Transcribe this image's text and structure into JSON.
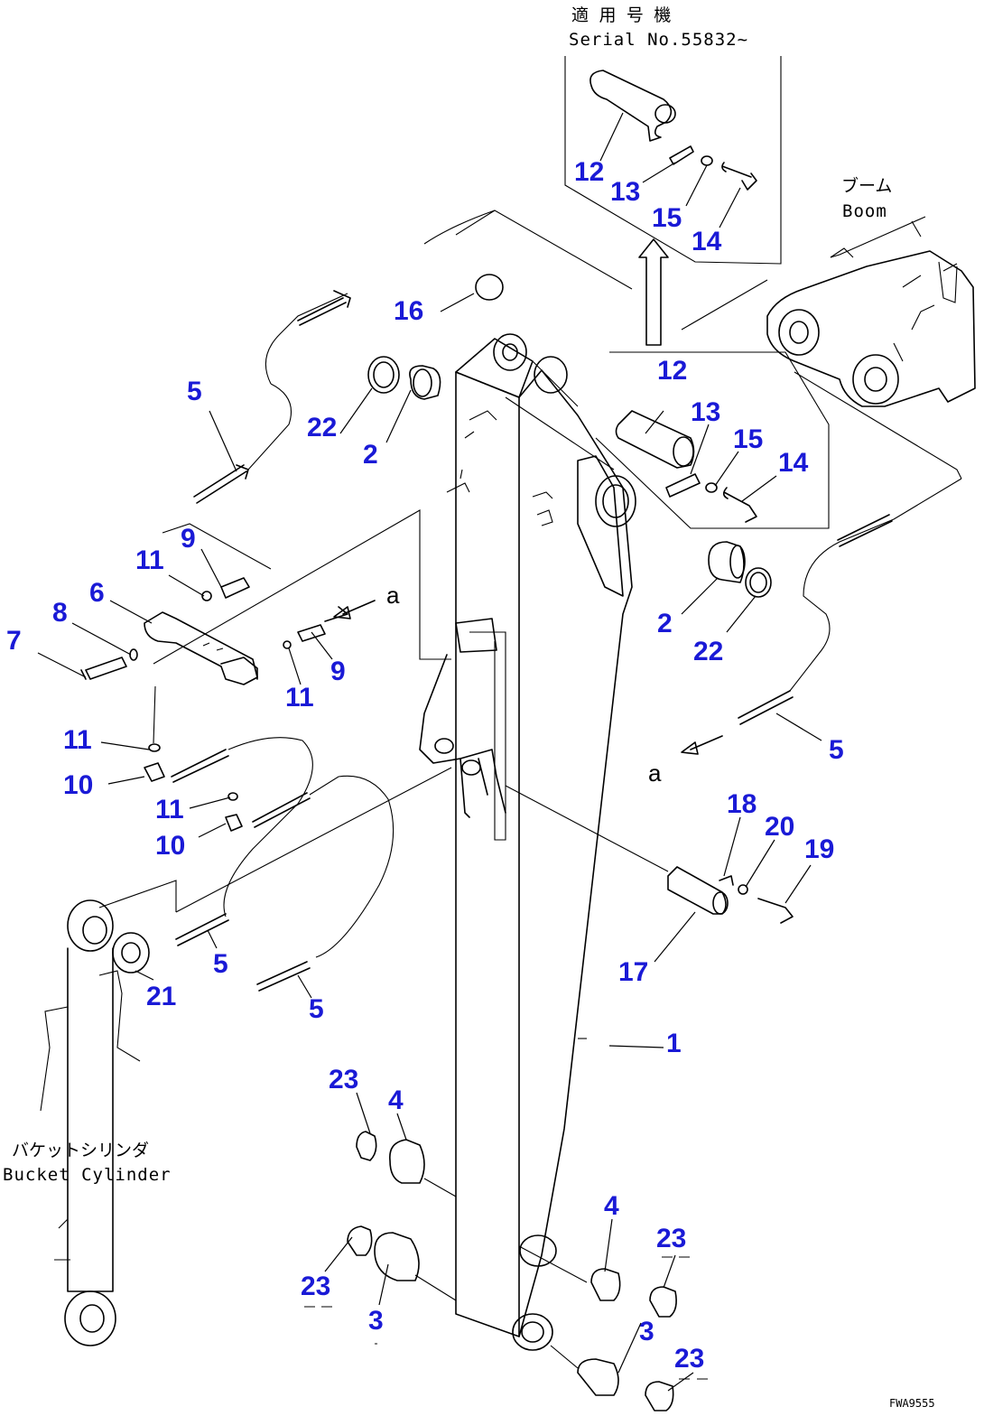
{
  "notes": {
    "serial_jp": "適 用 号 機",
    "serial_en": "Serial No.55832~",
    "boom_jp": "ブーム",
    "boom_en": "Boom",
    "cyl_jp": "バケットシリンダ",
    "cyl_en": "Bucket Cylinder",
    "drawing_code": "FWA9555"
  },
  "refs": {
    "a": "a"
  },
  "callouts": [
    {
      "id": "c12a",
      "label": "12"
    },
    {
      "id": "c13a",
      "label": "13"
    },
    {
      "id": "c15a",
      "label": "15"
    },
    {
      "id": "c14a",
      "label": "14"
    },
    {
      "id": "c16",
      "label": "16"
    },
    {
      "id": "c12b",
      "label": "12"
    },
    {
      "id": "c13b",
      "label": "13"
    },
    {
      "id": "c15b",
      "label": "15"
    },
    {
      "id": "c14b",
      "label": "14"
    },
    {
      "id": "c5a",
      "label": "5"
    },
    {
      "id": "c22a",
      "label": "22"
    },
    {
      "id": "c2a",
      "label": "2"
    },
    {
      "id": "c9a",
      "label": "9"
    },
    {
      "id": "c11a",
      "label": "11"
    },
    {
      "id": "c6",
      "label": "6"
    },
    {
      "id": "c8",
      "label": "8"
    },
    {
      "id": "c7",
      "label": "7"
    },
    {
      "id": "c9b",
      "label": "9"
    },
    {
      "id": "c11b",
      "label": "11"
    },
    {
      "id": "c11c",
      "label": "11"
    },
    {
      "id": "c10a",
      "label": "10"
    },
    {
      "id": "c11d",
      "label": "11"
    },
    {
      "id": "c10b",
      "label": "10"
    },
    {
      "id": "c2b",
      "label": "2"
    },
    {
      "id": "c22b",
      "label": "22"
    },
    {
      "id": "c5b",
      "label": "5"
    },
    {
      "id": "c18",
      "label": "18"
    },
    {
      "id": "c20",
      "label": "20"
    },
    {
      "id": "c19",
      "label": "19"
    },
    {
      "id": "c17",
      "label": "17"
    },
    {
      "id": "c5c",
      "label": "5"
    },
    {
      "id": "c21",
      "label": "21"
    },
    {
      "id": "c5d",
      "label": "5"
    },
    {
      "id": "c1",
      "label": "1"
    },
    {
      "id": "c23a",
      "label": "23"
    },
    {
      "id": "c4a",
      "label": "4"
    },
    {
      "id": "c4b",
      "label": "4"
    },
    {
      "id": "c23b",
      "label": "23"
    },
    {
      "id": "c23c",
      "label": "23"
    },
    {
      "id": "c3a",
      "label": "3"
    },
    {
      "id": "c3b",
      "label": "3"
    },
    {
      "id": "c23d",
      "label": "23"
    }
  ]
}
